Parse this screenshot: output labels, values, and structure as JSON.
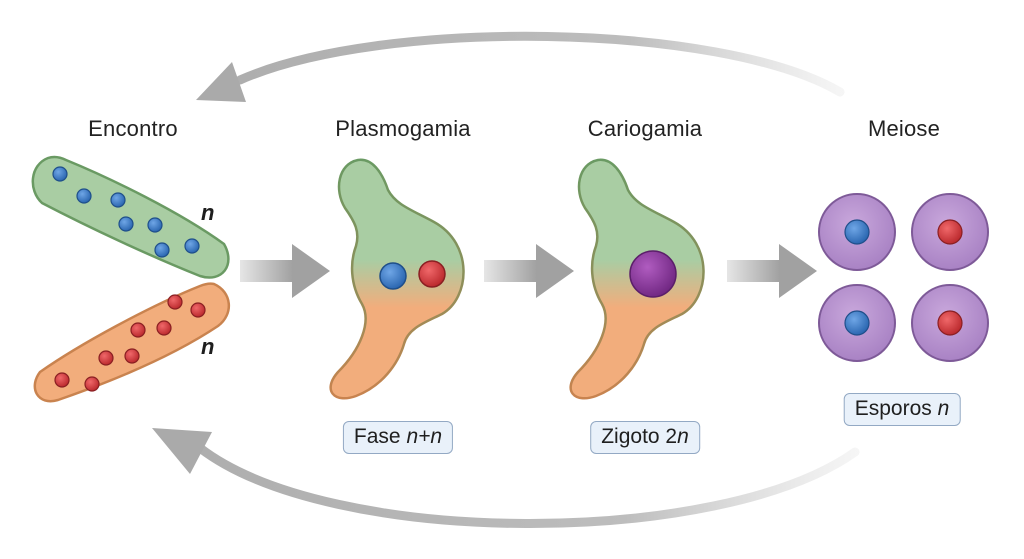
{
  "stages": [
    {
      "id": "encontro",
      "title": "Encontro"
    },
    {
      "id": "plasmogamia",
      "title": "Plasmogamia"
    },
    {
      "id": "cariogamia",
      "title": "Cariogamia"
    },
    {
      "id": "meiose",
      "title": "Meiose"
    }
  ],
  "ploidy": {
    "top": "n",
    "bottom": "n"
  },
  "badges": {
    "fase": {
      "text": "Fase ",
      "italic": "n+n"
    },
    "zigoto": {
      "text": "Zigoto 2",
      "italic": "n"
    },
    "esporos": {
      "text": "Esporos ",
      "italic": "n"
    }
  },
  "colors": {
    "hypha_green": "#a9cda3",
    "hypha_orange": "#f2ad7c",
    "nucleus_blue": "#3a78c2",
    "nucleus_red": "#d6393c",
    "zygote_nucleus": "#8e3a9e",
    "spore": "#b893cf",
    "arrow": "#b5b5b5",
    "badge_bg": "#e9f1fa"
  }
}
